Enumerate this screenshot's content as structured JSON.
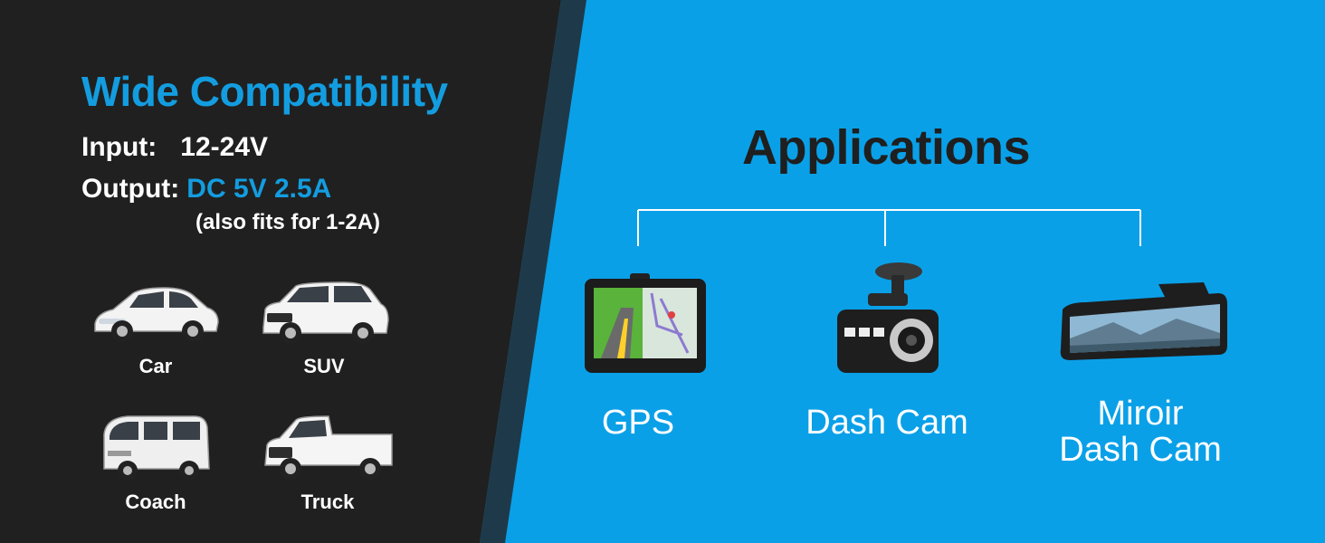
{
  "left": {
    "title": "Wide Compatibility",
    "input_label": "Input:",
    "input_value": "12-24V",
    "output_label": "Output:",
    "output_value": "DC 5V 2.5A",
    "output_note": "(also fits for 1-2A)",
    "vehicles": [
      "Car",
      "SUV",
      "Coach",
      "Truck"
    ]
  },
  "right": {
    "title": "Applications",
    "devices": [
      "GPS",
      "Dash Cam",
      "Miroir",
      "Dash Cam"
    ]
  },
  "colors": {
    "dark_panel": "#202020",
    "accent_blue": "#139de0",
    "right_panel": "#0aa0e8"
  }
}
